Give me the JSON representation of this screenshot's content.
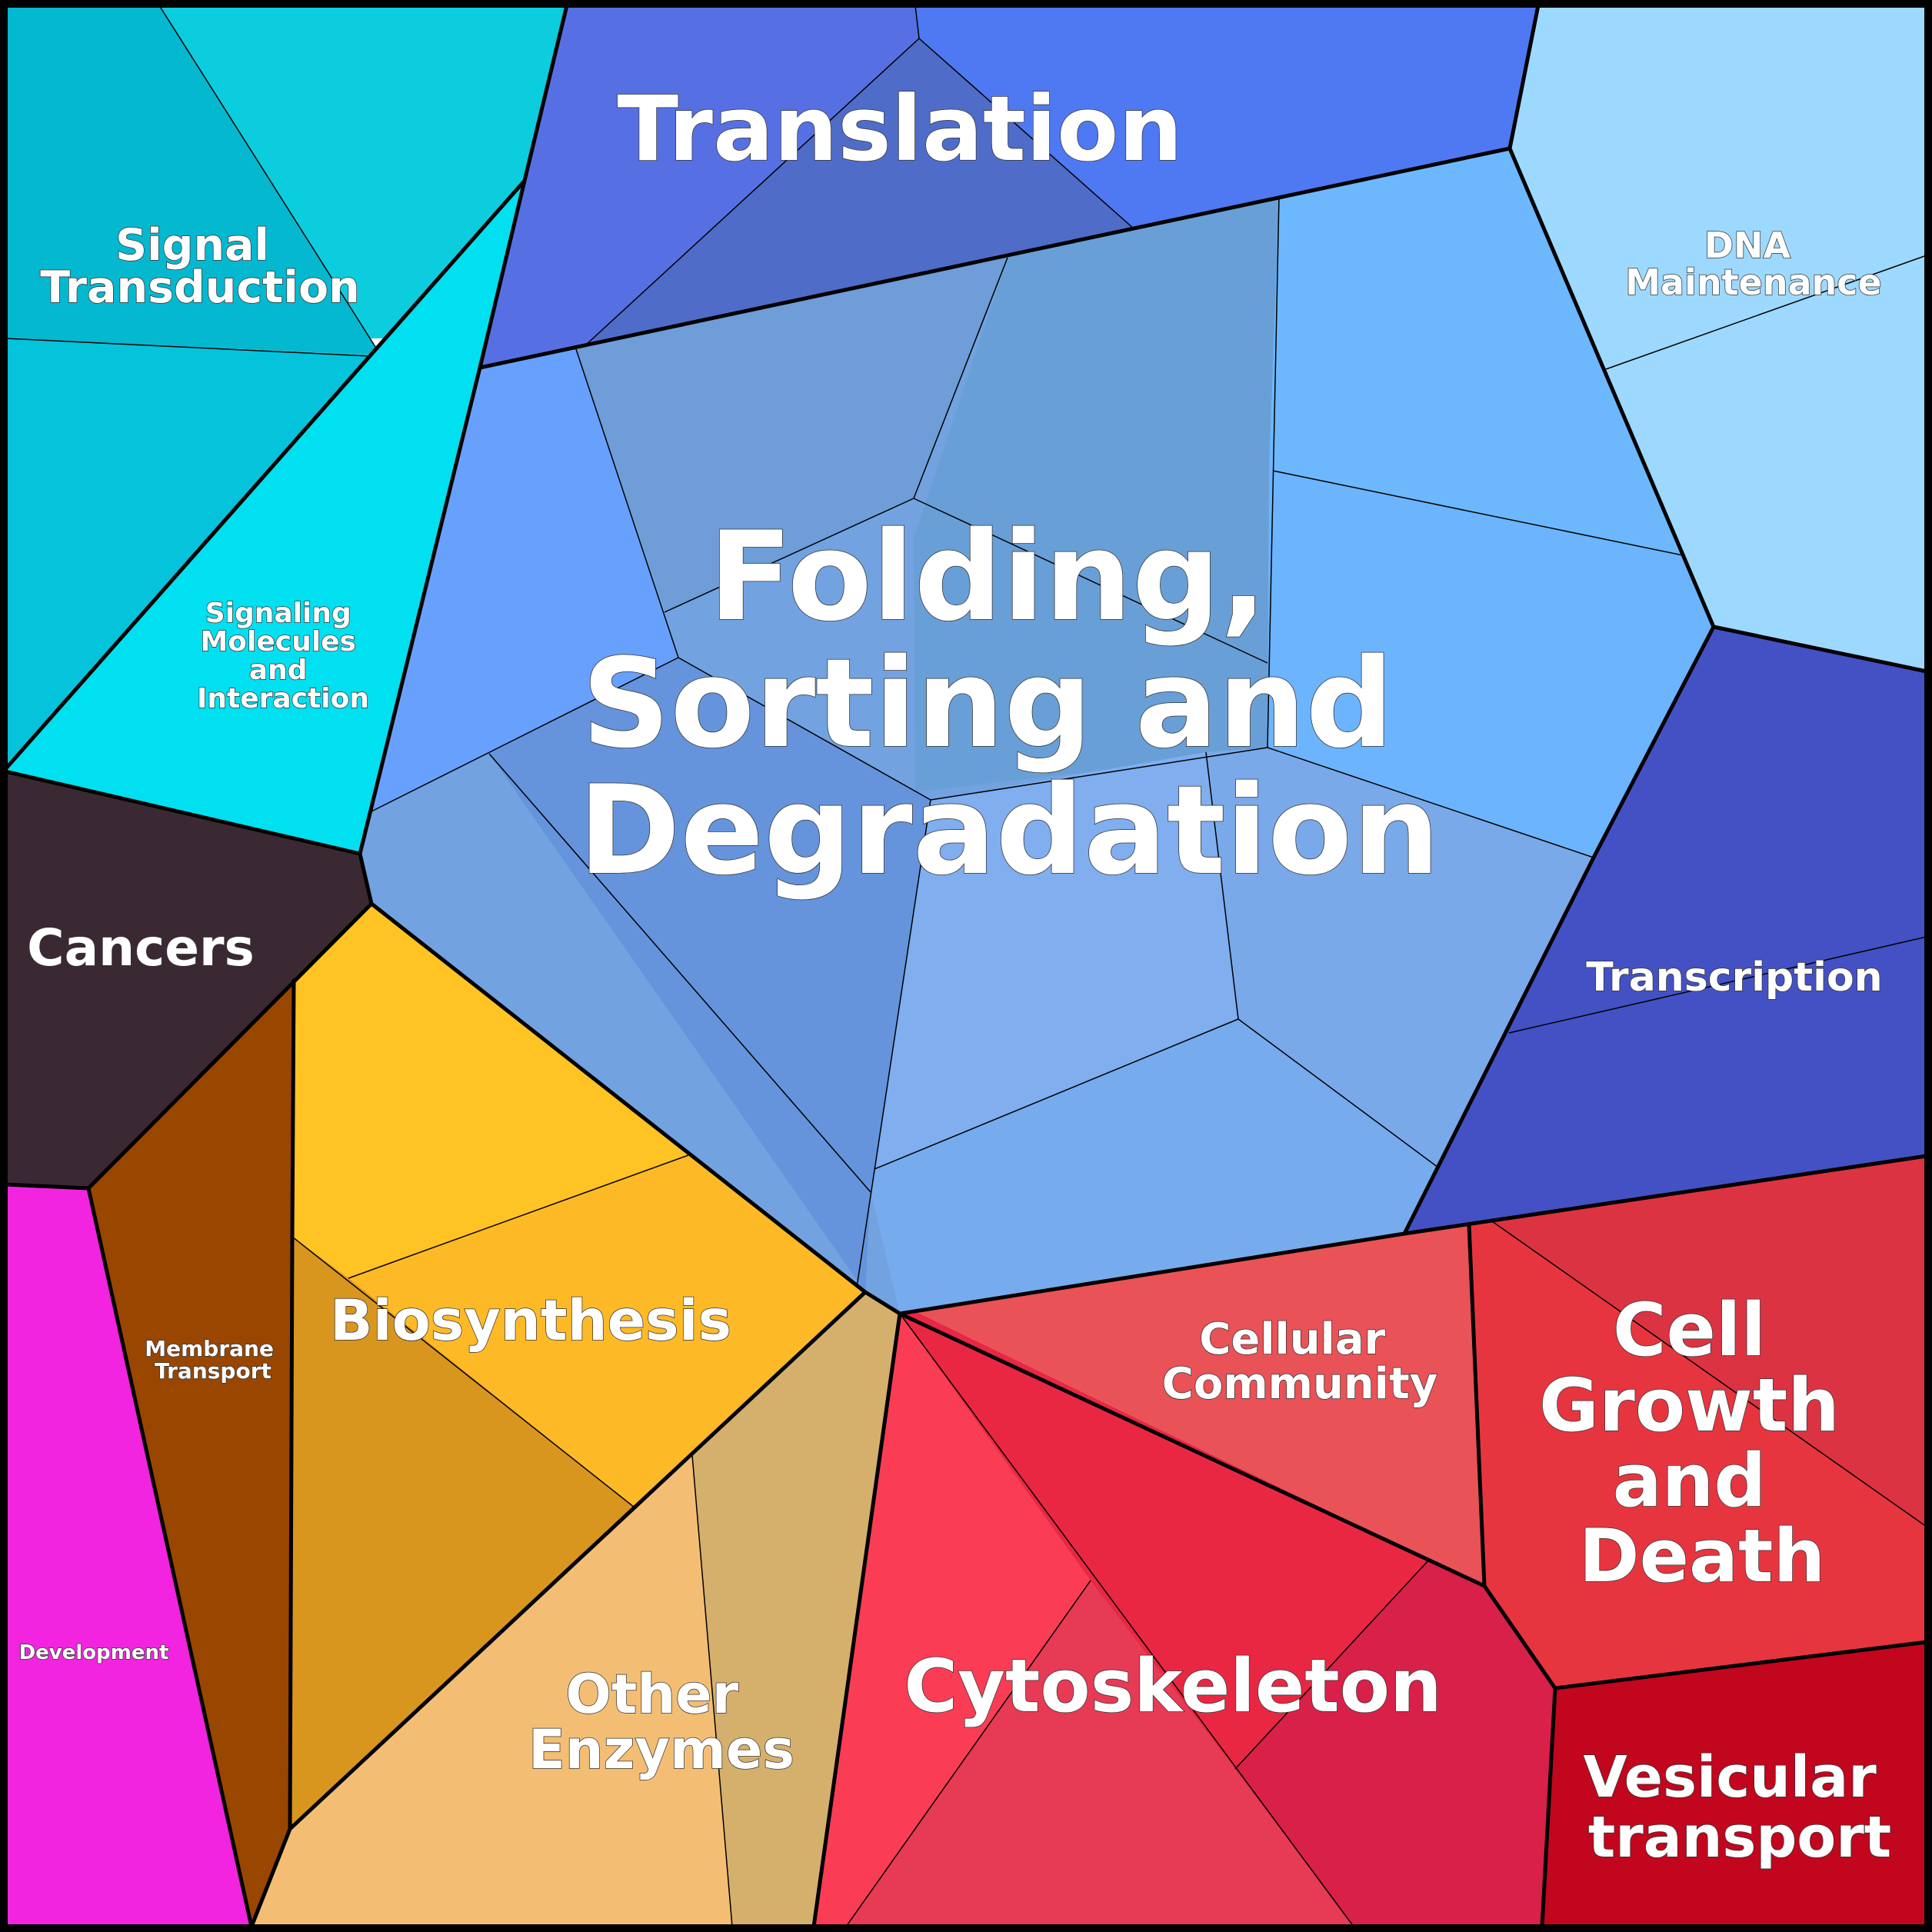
{
  "diagram_type": "voronoi-treemap",
  "colors": {
    "frame": "#000000",
    "label_text": "#ffffff",
    "signal_transduction": "#0ab8d2",
    "signaling_molecules": "#00def0",
    "translation": "#5170ea",
    "folding": "#71a3e2",
    "dna_maintenance": "#9ed9fe",
    "transcription": "#4450c4",
    "cancers": "#3a2932",
    "development": "#f125e0",
    "membrane_transport": "#994600",
    "biosynthesis": "#ffc02a",
    "other_enzymes": "#f2be74",
    "cytoskeleton": "#ea2a45",
    "cellular_community": "#e95257",
    "cell_growth": "#e83642",
    "vesicular_transport": "#c1061d"
  },
  "labels": {
    "signal_transduction": [
      "Signal",
      "Transduction"
    ],
    "signaling_molecules": [
      "Signaling",
      "Molecules",
      "and",
      "Interaction"
    ],
    "translation": [
      "Translation"
    ],
    "folding": [
      "Folding,",
      "Sorting and",
      "Degradation"
    ],
    "dna_maintenance": [
      "DNA",
      "Maintenance"
    ],
    "transcription": [
      "Transcription"
    ],
    "cancers": [
      "Cancers"
    ],
    "development": [
      "Development"
    ],
    "membrane_transport": [
      "Membrane",
      "Transport"
    ],
    "biosynthesis": [
      "Biosynthesis"
    ],
    "other_enzymes": [
      "Other",
      "Enzymes"
    ],
    "cytoskeleton": [
      "Cytoskeleton"
    ],
    "cellular_community": [
      "Cellular",
      "Community"
    ],
    "cell_growth": [
      "Cell",
      "Growth",
      "and",
      "Death"
    ],
    "vesicular_transport": [
      "Vesicular",
      "transport"
    ]
  }
}
